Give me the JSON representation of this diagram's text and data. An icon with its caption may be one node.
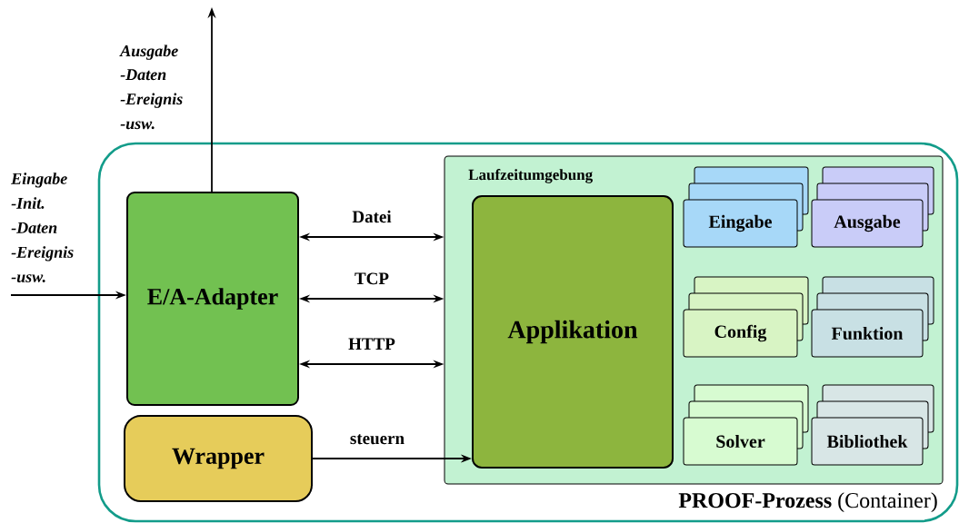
{
  "diagram": {
    "nodes": [
      {
        "text": [
          "**PROOF-Prozess** (Container)"
        ]
      },
      {
        "text": [
          "E/A-Adapter"
        ],
        "in": 0
      },
      {
        "text": [
          "Wrapper"
        ],
        "in": 0
      },
      {
        "text": [
          "Laufzeitumgebung"
        ],
        "in": 0
      },
      {
        "text": [
          "Applikation"
        ],
        "in": 3
      },
      {
        "text": [
          "Eingabe"
        ],
        "in": 3
      },
      {
        "text": [
          "Ausgabe"
        ],
        "in": 3
      },
      {
        "text": [
          "Config"
        ],
        "in": 3
      },
      {
        "text": [
          "Funktion"
        ],
        "in": 3
      },
      {
        "text": [
          "Solver"
        ],
        "in": 3
      },
      {
        "text": [
          "Bibliothek"
        ],
        "in": 3
      },
      {
        "text": [
          "Eingabe",
          "-Init.",
          "-Daten",
          "-Ereignis",
          "-usw."
        ]
      }
    ],
    "edges": [
      {
        "from": 1,
        "to": 3,
        "arrow": "both",
        "label": "Datei"
      },
      {
        "from": 1,
        "to": 3,
        "arrow": "both",
        "label": "TCP"
      },
      {
        "from": 1,
        "to": 3,
        "arrow": "both",
        "label": "HTTP"
      },
      {
        "from": 2,
        "to": 4,
        "arrow": "to",
        "label": "steuern"
      },
      {
        "from": 11,
        "to": 1,
        "arrow": "to"
      },
      {
        "from": 1,
        "to": null,
        "arrow": "to"
      }
    ],
    "labels": [
      "Ausgabe",
      "-Daten",
      "-Ereignis",
      "-usw."
    ]
  }
}
